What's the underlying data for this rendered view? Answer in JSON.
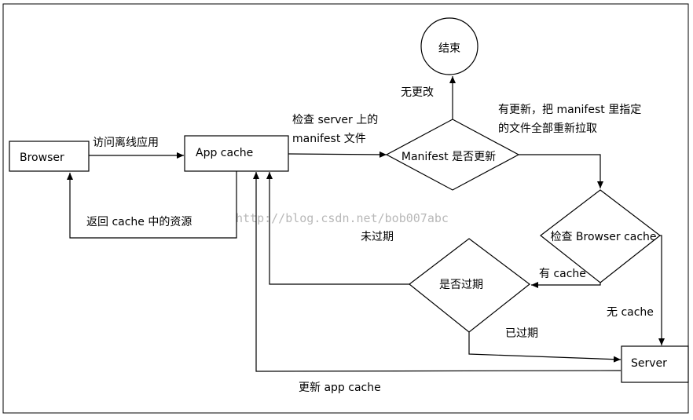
{
  "nodes": {
    "browser": "Browser",
    "app_cache": "App cache",
    "end": "结束",
    "manifest_check": "Manifest 是否更新",
    "browser_cache_check": "检查 Browser cache",
    "expired_check": "是否过期",
    "server": "Server"
  },
  "edges": {
    "visit_offline": "访问离线应用",
    "return_cache": "返回 cache 中的资源",
    "check_server_1": "检查  server  上的",
    "check_server_2": "manifest 文件",
    "no_change": "无更改",
    "has_update_1": "有更新，把 manifest 里指定",
    "has_update_2": "的文件全部重新拉取",
    "has_cache": "有 cache",
    "no_cache": "无 cache",
    "not_expired": "未过期",
    "expired": "已过期",
    "update_app_cache": "更新 app cache"
  },
  "watermark": "http://blog.csdn.net/bob007abc"
}
